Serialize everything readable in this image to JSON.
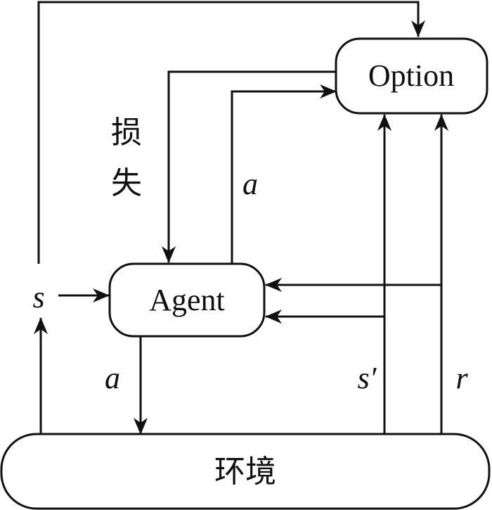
{
  "diagram": {
    "nodes": {
      "option": {
        "label": "Option"
      },
      "agent": {
        "label": "Agent"
      },
      "environment": {
        "label": "环境"
      }
    },
    "labels": {
      "state_input": "s",
      "loss_char_1": "损",
      "loss_char_2": "失",
      "agent_to_option_action": "a",
      "agent_to_env_action": "a",
      "next_state": "s′",
      "reward": "r"
    },
    "edges": [
      {
        "from": "environment",
        "to": "state_input",
        "label": ""
      },
      {
        "from": "state_input",
        "to": "agent",
        "label": "s"
      },
      {
        "from": "state_input",
        "to": "option",
        "label": ""
      },
      {
        "from": "option",
        "to": "agent",
        "label": "损失"
      },
      {
        "from": "agent",
        "to": "option",
        "label": "a"
      },
      {
        "from": "agent",
        "to": "environment",
        "label": "a"
      },
      {
        "from": "environment",
        "to": "option",
        "label": "s′"
      },
      {
        "from": "environment",
        "to": "option",
        "label": "r"
      },
      {
        "from": "environment",
        "to": "agent",
        "label": "s′"
      },
      {
        "from": "environment",
        "to": "agent",
        "label": "r"
      }
    ]
  }
}
